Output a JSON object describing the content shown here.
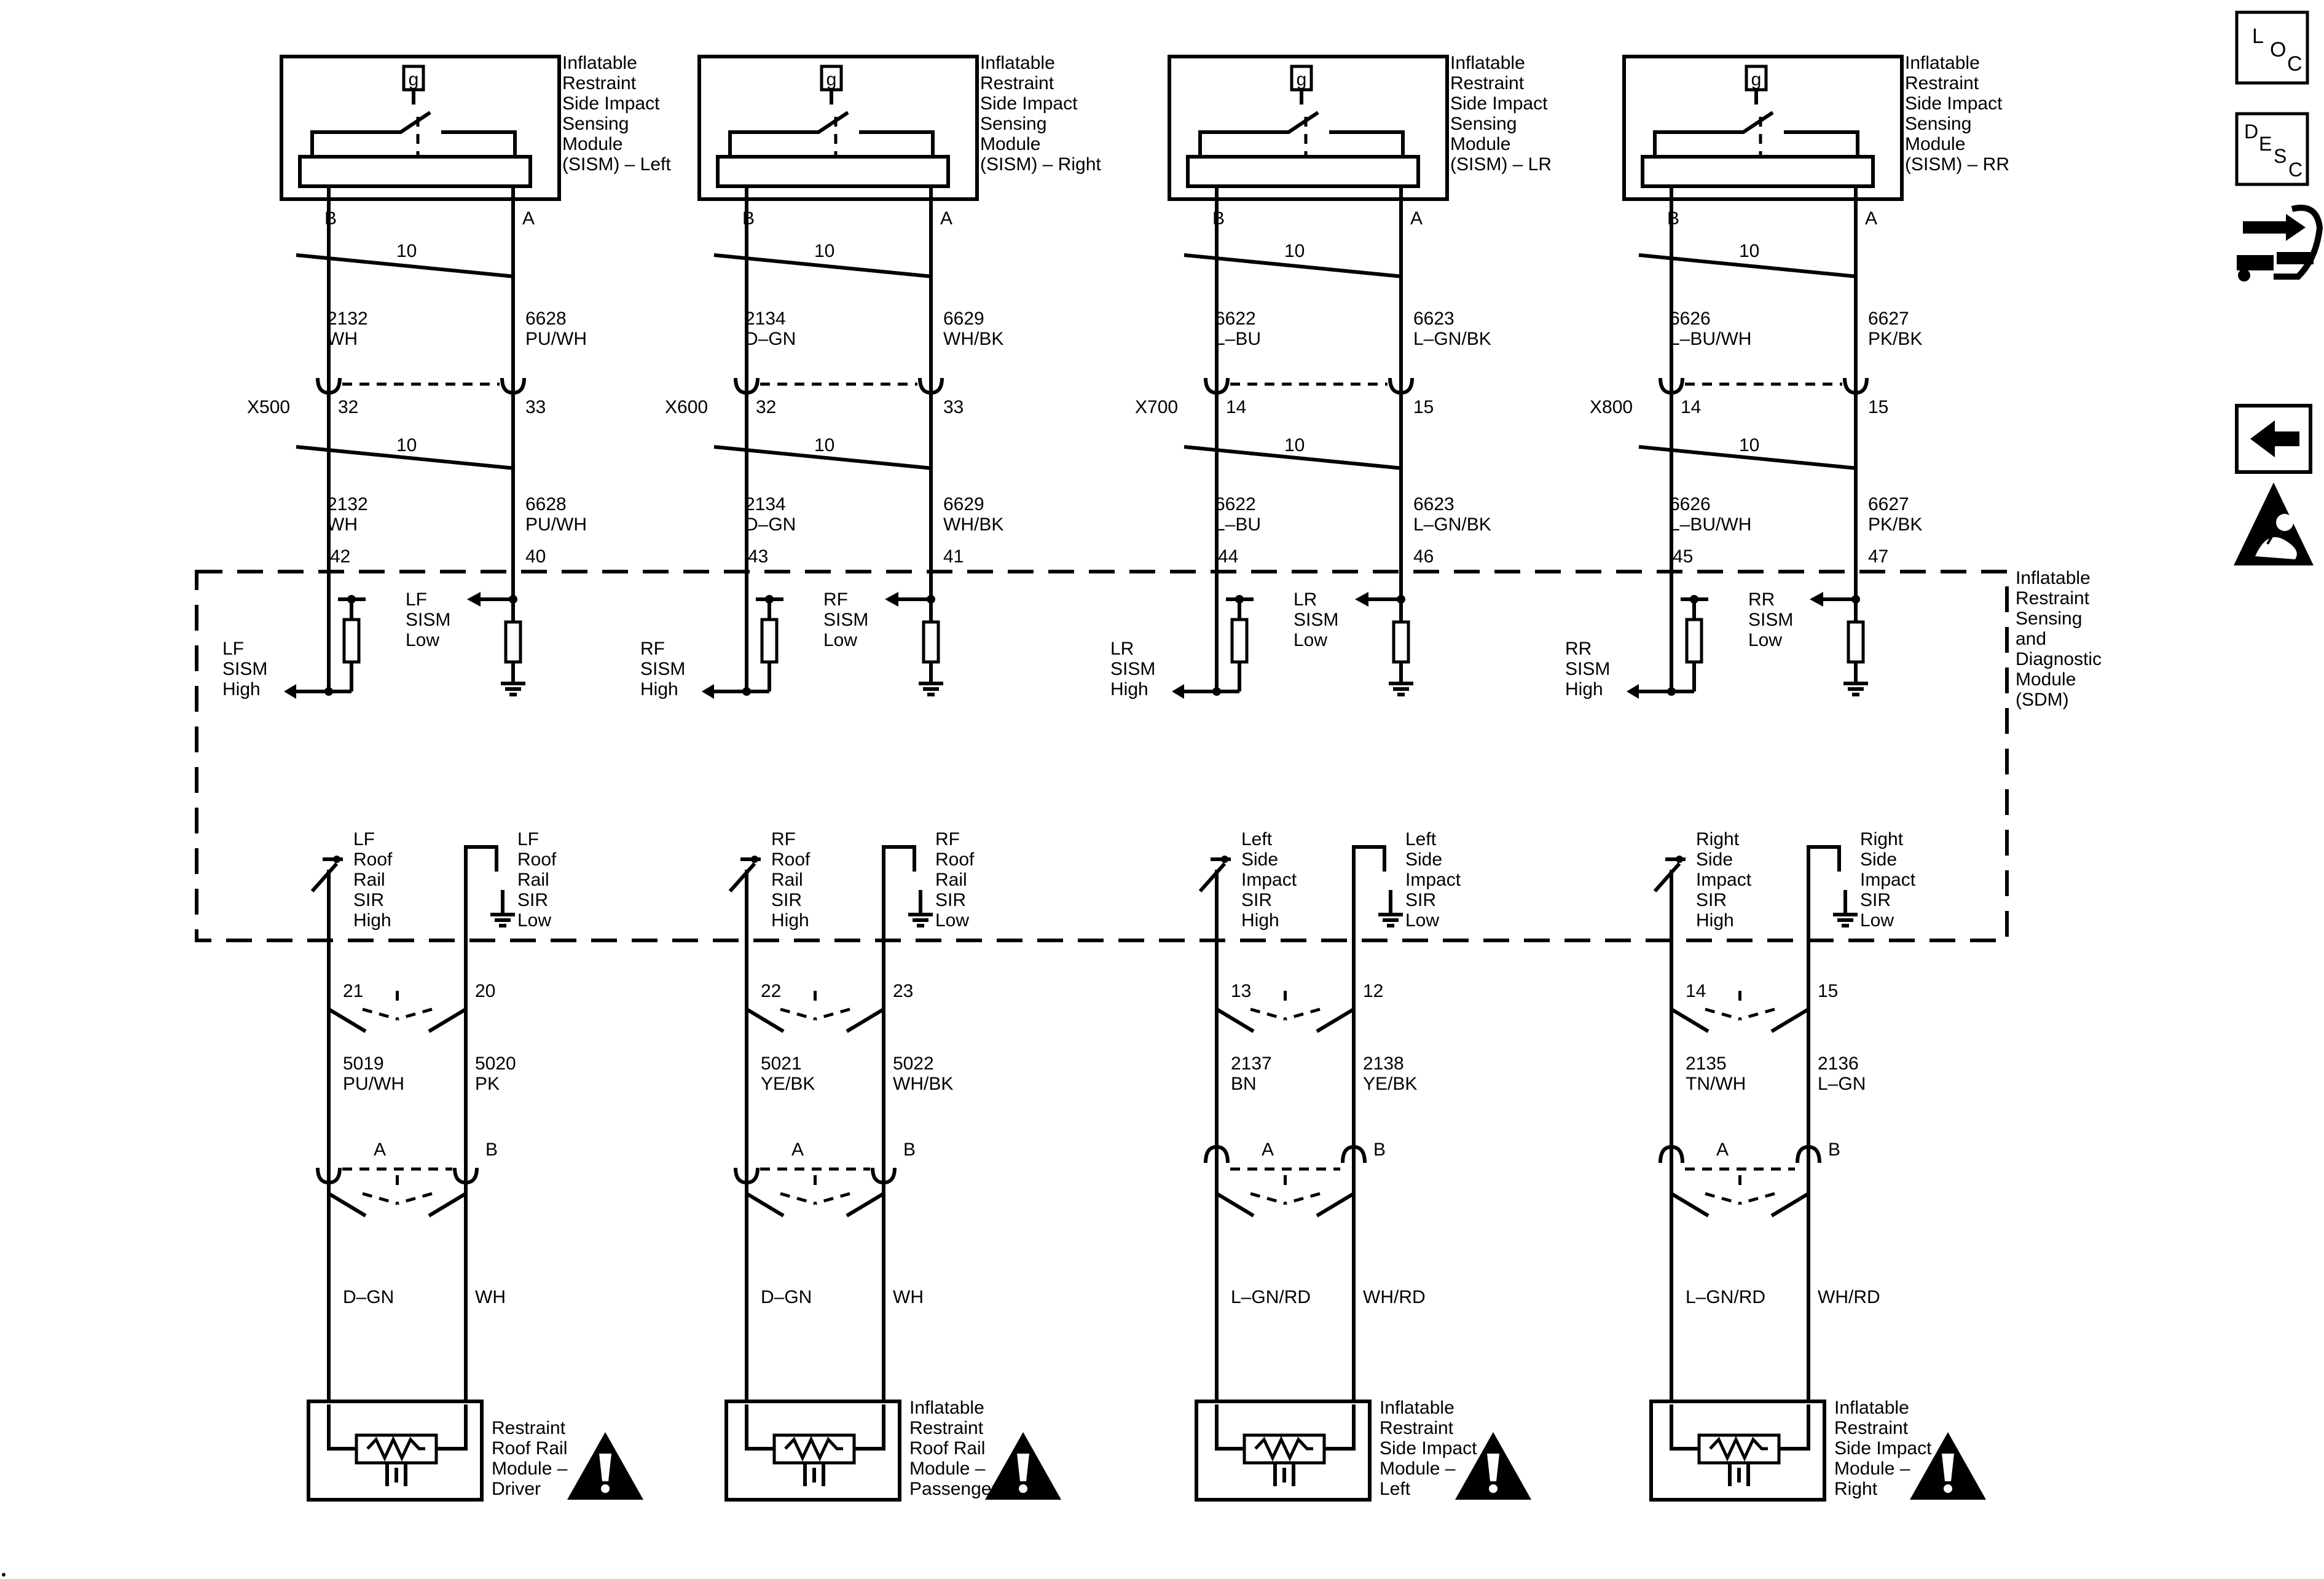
{
  "nav": {
    "loc": {
      "l": "L",
      "o": "O",
      "c": "C"
    },
    "desc": {
      "d": "D",
      "e": "E",
      "s": "S",
      "c": "C"
    },
    "back_icon": "back-arrow-icon",
    "connector_icon": "connector-end-view-icon",
    "airbag_icon": "airbag-warning-icon"
  },
  "sdm": {
    "name": [
      "Inflatable",
      "Restraint",
      "Sensing",
      "and",
      "Diagnostic",
      "Module",
      "(SDM)"
    ]
  },
  "columns": [
    {
      "sism": {
        "g": "g",
        "name": [
          "Inflatable",
          "Restraint",
          "Side Impact",
          "Sensing",
          "Module",
          "(SISM) – Left"
        ],
        "pin_b": "B",
        "pin_a": "A"
      },
      "size_top": "10",
      "w1_b": {
        "circuit": "2132",
        "color": "WH"
      },
      "w1_a": {
        "circuit": "6628",
        "color": "PU/WH"
      },
      "conn": {
        "name": "X500",
        "pin_b": "32",
        "pin_a": "33"
      },
      "size_bot": "10",
      "w2_b": {
        "circuit": "2132",
        "color": "WH"
      },
      "w2_a": {
        "circuit": "6628",
        "color": "PU/WH"
      },
      "sdm_pin_b": "42",
      "sdm_pin_a": "40",
      "low_label": [
        "LF",
        "SISM",
        "Low"
      ],
      "high_label": [
        "LF",
        "SISM",
        "High"
      ],
      "sir_high": [
        "LF",
        "Roof",
        "Rail",
        "SIR",
        "High"
      ],
      "sir_low": [
        "LF",
        "Roof",
        "Rail",
        "SIR",
        "Low"
      ],
      "pin_h": "21",
      "pin_l": "20",
      "w3_h": {
        "circuit": "5019",
        "color": "PU/WH"
      },
      "w3_l": {
        "circuit": "5020",
        "color": "PK"
      },
      "mod_pin_a": "A",
      "mod_pin_b": "B",
      "w4_h": "D–GN",
      "w4_l": "WH",
      "module": [
        "Restraint",
        "Roof Rail",
        "Module –",
        "Driver"
      ],
      "warn_icon": "warning-icon"
    },
    {
      "sism": {
        "g": "g",
        "name": [
          "Inflatable",
          "Restraint",
          "Side Impact",
          "Sensing",
          "Module",
          "(SISM) – Right"
        ],
        "pin_b": "B",
        "pin_a": "A"
      },
      "size_top": "10",
      "w1_b": {
        "circuit": "2134",
        "color": "D–GN"
      },
      "w1_a": {
        "circuit": "6629",
        "color": "WH/BK"
      },
      "conn": {
        "name": "X600",
        "pin_b": "32",
        "pin_a": "33"
      },
      "size_bot": "10",
      "w2_b": {
        "circuit": "2134",
        "color": "D–GN"
      },
      "w2_a": {
        "circuit": "6629",
        "color": "WH/BK"
      },
      "sdm_pin_b": "43",
      "sdm_pin_a": "41",
      "low_label": [
        "RF",
        "SISM",
        "Low"
      ],
      "high_label": [
        "RF",
        "SISM",
        "High"
      ],
      "sir_high": [
        "RF",
        "Roof",
        "Rail",
        "SIR",
        "High"
      ],
      "sir_low": [
        "RF",
        "Roof",
        "Rail",
        "SIR",
        "Low"
      ],
      "pin_h": "22",
      "pin_l": "23",
      "w3_h": {
        "circuit": "5021",
        "color": "YE/BK"
      },
      "w3_l": {
        "circuit": "5022",
        "color": "WH/BK"
      },
      "mod_pin_a": "A",
      "mod_pin_b": "B",
      "w4_h": "D–GN",
      "w4_l": "WH",
      "module": [
        "Inflatable",
        "Restraint",
        "Roof Rail",
        "Module –",
        "Passenger"
      ],
      "warn_icon": "warning-icon"
    },
    {
      "sism": {
        "g": "g",
        "name": [
          "Inflatable",
          "Restraint",
          "Side Impact",
          "Sensing",
          "Module",
          "(SISM) – LR"
        ],
        "pin_b": "B",
        "pin_a": "A"
      },
      "size_top": "10",
      "w1_b": {
        "circuit": "6622",
        "color": "L–BU"
      },
      "w1_a": {
        "circuit": "6623",
        "color": "L–GN/BK"
      },
      "conn": {
        "name": "X700",
        "pin_b": "14",
        "pin_a": "15"
      },
      "size_bot": "10",
      "w2_b": {
        "circuit": "6622",
        "color": "L–BU"
      },
      "w2_a": {
        "circuit": "6623",
        "color": "L–GN/BK"
      },
      "sdm_pin_b": "44",
      "sdm_pin_a": "46",
      "low_label": [
        "LR",
        "SISM",
        "Low"
      ],
      "high_label": [
        "LR",
        "SISM",
        "High"
      ],
      "sir_high": [
        "Left",
        "Side",
        "Impact",
        "SIR",
        "High"
      ],
      "sir_low": [
        "Left",
        "Side",
        "Impact",
        "SIR",
        "Low"
      ],
      "pin_h": "13",
      "pin_l": "12",
      "w3_h": {
        "circuit": "2137",
        "color": "BN"
      },
      "w3_l": {
        "circuit": "2138",
        "color": "YE/BK"
      },
      "mod_pin_a": "A",
      "mod_pin_b": "B",
      "w4_h": "L–GN/RD",
      "w4_l": "WH/RD",
      "module": [
        "Inflatable",
        "Restraint",
        "Side Impact",
        "Module –",
        "Left"
      ],
      "warn_icon": "warning-icon"
    },
    {
      "sism": {
        "g": "g",
        "name": [
          "Inflatable",
          "Restraint",
          "Side Impact",
          "Sensing",
          "Module",
          "(SISM) – RR"
        ],
        "pin_b": "B",
        "pin_a": "A"
      },
      "size_top": "10",
      "w1_b": {
        "circuit": "6626",
        "color": "L–BU/WH"
      },
      "w1_a": {
        "circuit": "6627",
        "color": "PK/BK"
      },
      "conn": {
        "name": "X800",
        "pin_b": "14",
        "pin_a": "15"
      },
      "size_bot": "10",
      "w2_b": {
        "circuit": "6626",
        "color": "L–BU/WH"
      },
      "w2_a": {
        "circuit": "6627",
        "color": "PK/BK"
      },
      "sdm_pin_b": "45",
      "sdm_pin_a": "47",
      "low_label": [
        "RR",
        "SISM",
        "Low"
      ],
      "high_label": [
        "RR",
        "SISM",
        "High"
      ],
      "sir_high": [
        "Right",
        "Side",
        "Impact",
        "SIR",
        "High"
      ],
      "sir_low": [
        "Right",
        "Side",
        "Impact",
        "SIR",
        "Low"
      ],
      "pin_h": "14",
      "pin_l": "15",
      "w3_h": {
        "circuit": "2135",
        "color": "TN/WH"
      },
      "w3_l": {
        "circuit": "2136",
        "color": "L–GN"
      },
      "mod_pin_a": "A",
      "mod_pin_b": "B",
      "w4_h": "L–GN/RD",
      "w4_l": "WH/RD",
      "module": [
        "Inflatable",
        "Restraint",
        "Side Impact",
        "Module –",
        "Right"
      ],
      "warn_icon": "warning-icon"
    }
  ]
}
